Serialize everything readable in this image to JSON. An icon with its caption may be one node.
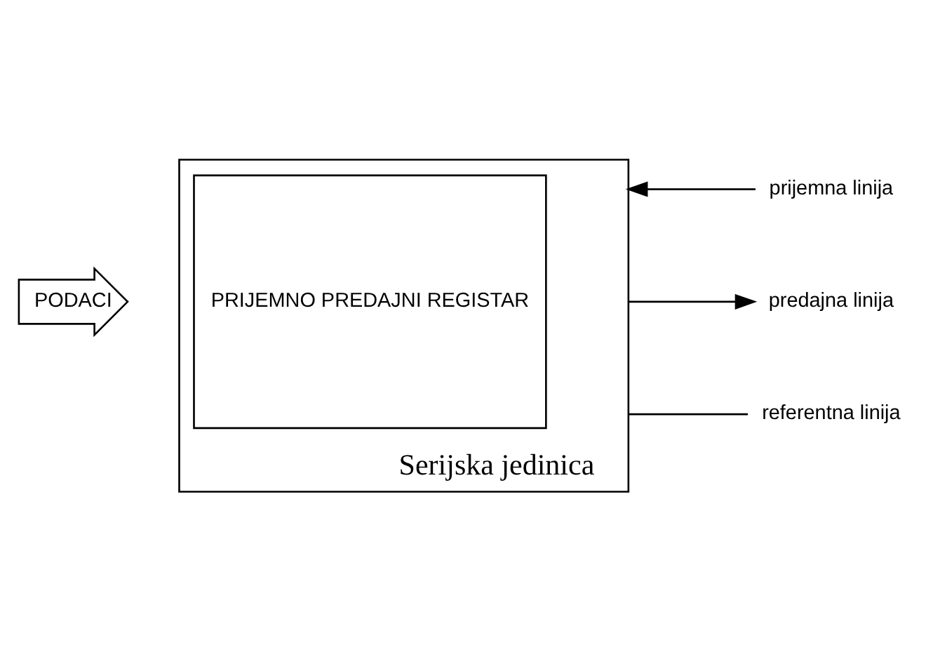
{
  "diagram": {
    "nodes": [
      {
        "text": [
          "Serijska jedinica"
        ]
      },
      {
        "text": [
          "PRIJEMNO PREDAJNI REGISTAR"
        ],
        "in": 0
      },
      {
        "text": [
          "PODACI"
        ]
      },
      {
        "text": [
          "prijemna linija"
        ]
      },
      {
        "text": [
          "predajna linija"
        ]
      },
      {
        "text": [
          "referentna linija"
        ]
      }
    ],
    "edges": [
      {
        "from": 3,
        "to": 0,
        "arrow": "to"
      },
      {
        "from": 0,
        "to": 4,
        "arrow": "to"
      },
      {
        "from": 0,
        "to": 5,
        "arrow": "none"
      }
    ]
  }
}
